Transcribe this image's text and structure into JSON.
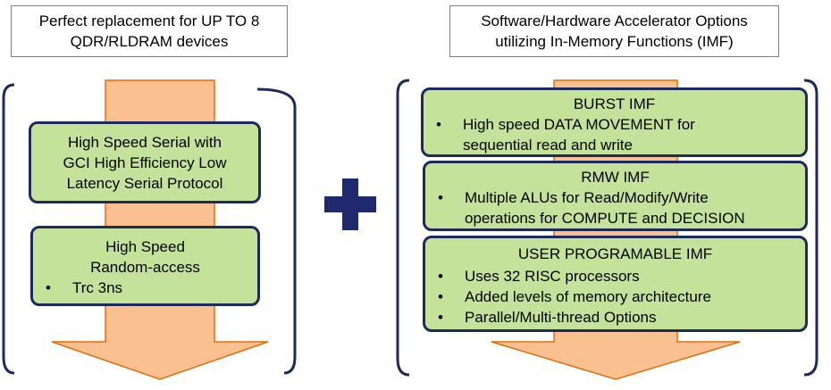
{
  "left": {
    "header": {
      "line1": "Perfect replacement for UP TO 8",
      "line2": "QDR/RLDRAM devices"
    },
    "box1": {
      "line1": "High Speed  Serial with",
      "line2": "GCI High Efficiency Low",
      "line3": "Latency Serial Protocol"
    },
    "box2": {
      "line1": "High Speed",
      "line2": "Random-access",
      "bullets": [
        "Trc 3ns"
      ]
    }
  },
  "right": {
    "header": {
      "line1": "Software/Hardware Accelerator Options",
      "line2": "utilizing In-Memory Functions (IMF)"
    },
    "boxes": [
      {
        "title": "BURST IMF",
        "bullets": [
          {
            "line1": "High speed DATA MOVEMENT for",
            "line2": "sequential read and write"
          }
        ]
      },
      {
        "title": "RMW IMF",
        "bullets": [
          {
            "line1": "Multiple ALUs for Read/Modify/Write",
            "line2": "operations for COMPUTE and DECISION"
          }
        ]
      },
      {
        "title": "USER PROGRAMABLE IMF",
        "bullets": [
          {
            "line1": "Uses 32 RISC processors"
          },
          {
            "line1": "Added levels of memory architecture"
          },
          {
            "line1": "Parallel/Multi-thread Options"
          }
        ]
      }
    ]
  },
  "colors": {
    "arrow_fill": "#fac090",
    "arrow_stroke": "#e46c0a",
    "box_fill": "#c4e29a",
    "box_border": "#1f2a5c",
    "plus": "#1f2a6e",
    "bracket": "#1f2a5c"
  },
  "icons": {
    "plus": "plus-icon",
    "arrows": "down-arrow-icon"
  }
}
